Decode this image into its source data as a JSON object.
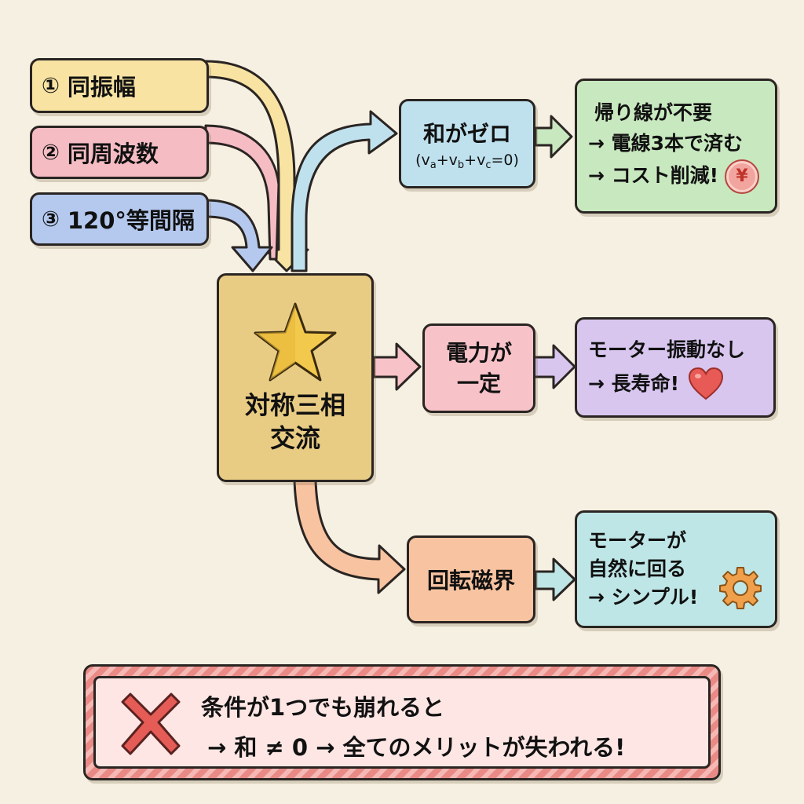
{
  "conditions": [
    {
      "num": "①",
      "label": "同振幅",
      "color": "#f8e3a2"
    },
    {
      "num": "②",
      "label": "同周波数",
      "color": "#f5bcc4"
    },
    {
      "num": "③",
      "label": "120°等間隔",
      "color": "#b5c9ef"
    }
  ],
  "center": {
    "line1": "対称三相",
    "line2": "交流",
    "icon": "star-icon",
    "color": "#e9cc84"
  },
  "branches": [
    {
      "mid": {
        "line1": "和がゼロ",
        "eq_prefix": "(v",
        "a": "a",
        "plus1": "+v",
        "b": "b",
        "plus2": "+v",
        "c": "c",
        "eq_suffix": "=0)",
        "color": "#bfe1ee"
      },
      "result": {
        "lines": [
          "帰り線が不要",
          "→ 電線3本で済む",
          "→ コスト削減!"
        ],
        "icon": "yen-coin-icon",
        "icon_glyph": "¥",
        "color": "#c8e8bf"
      }
    },
    {
      "mid": {
        "line1": "電力が",
        "line2": "一定",
        "color": "#f7c2c8"
      },
      "result": {
        "lines": [
          "モーター振動なし",
          "→ 長寿命!"
        ],
        "icon": "heart-icon",
        "color": "#d8c6ef"
      }
    },
    {
      "mid": {
        "line1": "回転磁界",
        "color": "#f8c3a0"
      },
      "result": {
        "lines": [
          "モーターが",
          "自然に回る",
          "→ シンプル!"
        ],
        "icon": "gear-icon",
        "color": "#bfe6e6"
      }
    }
  ],
  "warning": {
    "line1": "条件が1つでも崩れると",
    "line2": "→ 和 ≠ 0 → 全てのメリットが失われる!",
    "icon": "cross-icon",
    "color": "#fde6e4",
    "border_color": "#e98a86"
  }
}
